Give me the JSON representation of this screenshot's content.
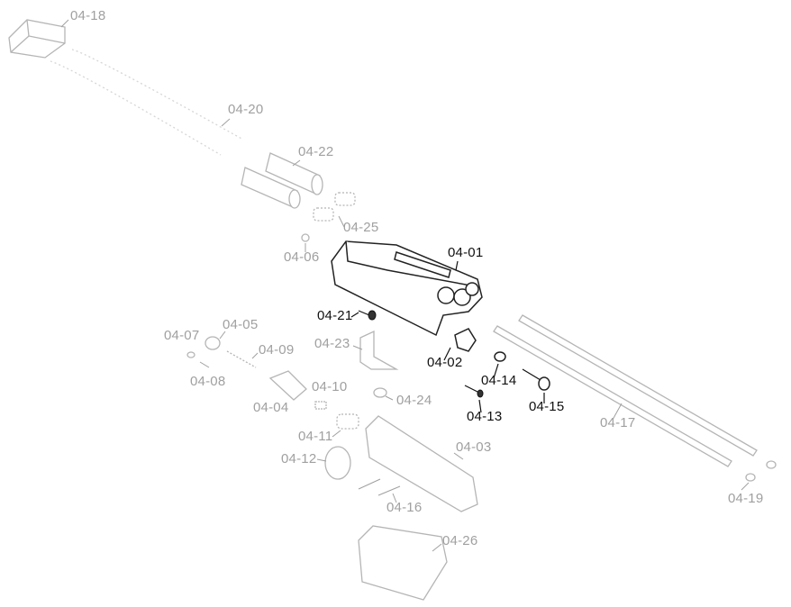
{
  "parts": [
    {
      "id": "04-18",
      "highlight": false
    },
    {
      "id": "04-20",
      "highlight": false
    },
    {
      "id": "04-22",
      "highlight": false
    },
    {
      "id": "04-25",
      "highlight": false
    },
    {
      "id": "04-06",
      "highlight": false
    },
    {
      "id": "04-01",
      "highlight": true
    },
    {
      "id": "04-21",
      "highlight": true
    },
    {
      "id": "04-05",
      "highlight": false
    },
    {
      "id": "04-07",
      "highlight": false
    },
    {
      "id": "04-09",
      "highlight": false
    },
    {
      "id": "04-23",
      "highlight": false
    },
    {
      "id": "04-02",
      "highlight": true
    },
    {
      "id": "04-14",
      "highlight": true
    },
    {
      "id": "04-15",
      "highlight": true
    },
    {
      "id": "04-08",
      "highlight": false
    },
    {
      "id": "04-04",
      "highlight": false
    },
    {
      "id": "04-10",
      "highlight": false
    },
    {
      "id": "04-24",
      "highlight": false
    },
    {
      "id": "04-13",
      "highlight": true
    },
    {
      "id": "04-17",
      "highlight": false
    },
    {
      "id": "04-11",
      "highlight": false
    },
    {
      "id": "04-03",
      "highlight": false
    },
    {
      "id": "04-12",
      "highlight": false
    },
    {
      "id": "04-16",
      "highlight": false
    },
    {
      "id": "04-19",
      "highlight": false
    },
    {
      "id": "04-26",
      "highlight": false
    }
  ],
  "colors": {
    "highlight": "#111111",
    "dimmed": "#a0a0a0"
  }
}
